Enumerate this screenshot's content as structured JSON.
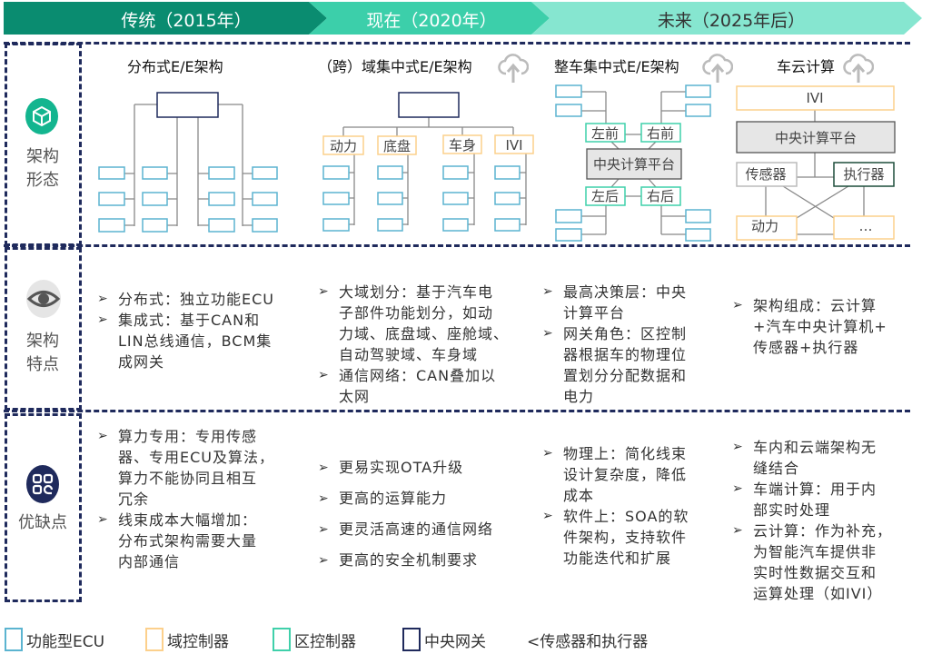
{
  "header": {
    "stages": [
      {
        "label": "传统（2015年）",
        "color": "#0a8c70"
      },
      {
        "label": "现在（2020年）",
        "color": "#3ccfaa"
      },
      {
        "label": "未来（2025年后）",
        "color": "#86e6d0"
      }
    ]
  },
  "rows": [
    {
      "label": "架构\n形态",
      "icon": "cube-icon"
    },
    {
      "label": "架构\n特点",
      "icon": "eye-icon"
    },
    {
      "label": "优缺点",
      "icon": "grid-icon"
    }
  ],
  "columns": [
    {
      "title": "分布式E/E架构"
    },
    {
      "title": "（跨）域集中式E/E架构"
    },
    {
      "title": "整车集中式E/E架构"
    },
    {
      "title": "车云计算"
    }
  ],
  "diagram2": {
    "domains": [
      "动力",
      "底盘",
      "车身",
      "IVI"
    ]
  },
  "diagram3": {
    "zones": [
      "左前",
      "右前",
      "左后",
      "右后"
    ],
    "center": "中央计算平台"
  },
  "diagram4": {
    "ivi": "IVI",
    "center": "中央计算平台",
    "sensor": "传感器",
    "actuator": "执行器",
    "power": "动力",
    "more": "…"
  },
  "features": [
    [
      "分布式：独立功能ECU",
      "集成式：基于CAN和\nLIN总线通信，BCM集\n成网关"
    ],
    [
      "大域划分：基于汽车电\n子部件功能划分，如动\n力域、底盘域、座舱域、\n自动驾驶域、车身域",
      "通信网络：CAN叠加以\n太网"
    ],
    [
      "最高决策层：中央\n计算平台",
      "网关角色：区控制\n器根据车的物理位\n置划分分配数据和\n电力"
    ],
    [
      "架构组成：云计算\n+汽车中央计算机+\n传感器+执行器"
    ]
  ],
  "pros_cons": [
    [
      "算力专用：专用传感\n器、专用ECU及算法，\n算力不能协同且相互\n冗余",
      "线束成本大幅增加：\n分布式架构需要大量\n内部通信"
    ],
    [
      "更易实现OTA升级",
      "更高的运算能力",
      "更灵活高速的通信网络",
      "更高的安全机制要求"
    ],
    [
      "物理上：简化线束\n设计复杂度，降低\n成本",
      "软件上：SOA的软\n件架构，支持软件\n功能迭代和扩展"
    ],
    [
      "车内和云端架构无\n缝结合",
      "车端计算：用于内\n部实时处理",
      "云计算：作为补充，\n为智能汽车提供非\n实时性数据交互和\n运算处理（如IVI）"
    ]
  ],
  "legend": [
    {
      "label": "功能型ECU",
      "color": "#5bb4d0"
    },
    {
      "label": "域控制器",
      "color": "#fcd08c"
    },
    {
      "label": "区控制器",
      "color": "#3fd0aa"
    },
    {
      "label": "中央网关",
      "color": "#1f2a5c"
    },
    {
      "label": "<传感器和执行器"
    }
  ],
  "colors": {
    "navy": "#1f2a5c",
    "ecu": "#5bb4d0",
    "domain": "#fcd08c",
    "zone": "#3fd0aa",
    "line": "#888888"
  }
}
